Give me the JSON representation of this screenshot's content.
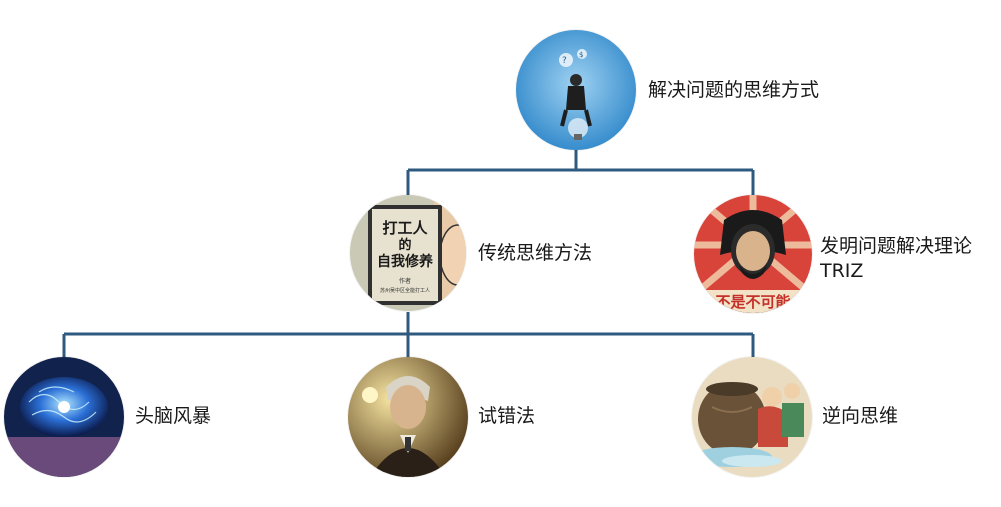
{
  "colors": {
    "connector": "#2f5a7f"
  },
  "root": {
    "label": "解决问题的思维方式",
    "icon": "thinking-man-on-bulb-image"
  },
  "level1": [
    {
      "label": "传统思维方法",
      "icon": "book-cover-image",
      "book_text": [
        "打工人",
        "的",
        "自我修养"
      ],
      "book_author": [
        "作者",
        "苏州吴中区全能打工人"
      ]
    },
    {
      "label_line1": "发明问题解决理论",
      "label_line2": "TRIZ",
      "icon": "revolutionary-portrait-image",
      "banner_text": "不是不可能"
    }
  ],
  "level2": [
    {
      "label": "头脑风暴",
      "icon": "glowing-brain-image"
    },
    {
      "label": "试错法",
      "icon": "edison-portrait-image"
    },
    {
      "label": "逆向思维",
      "icon": "sima-guang-smashing-vat-image"
    }
  ]
}
